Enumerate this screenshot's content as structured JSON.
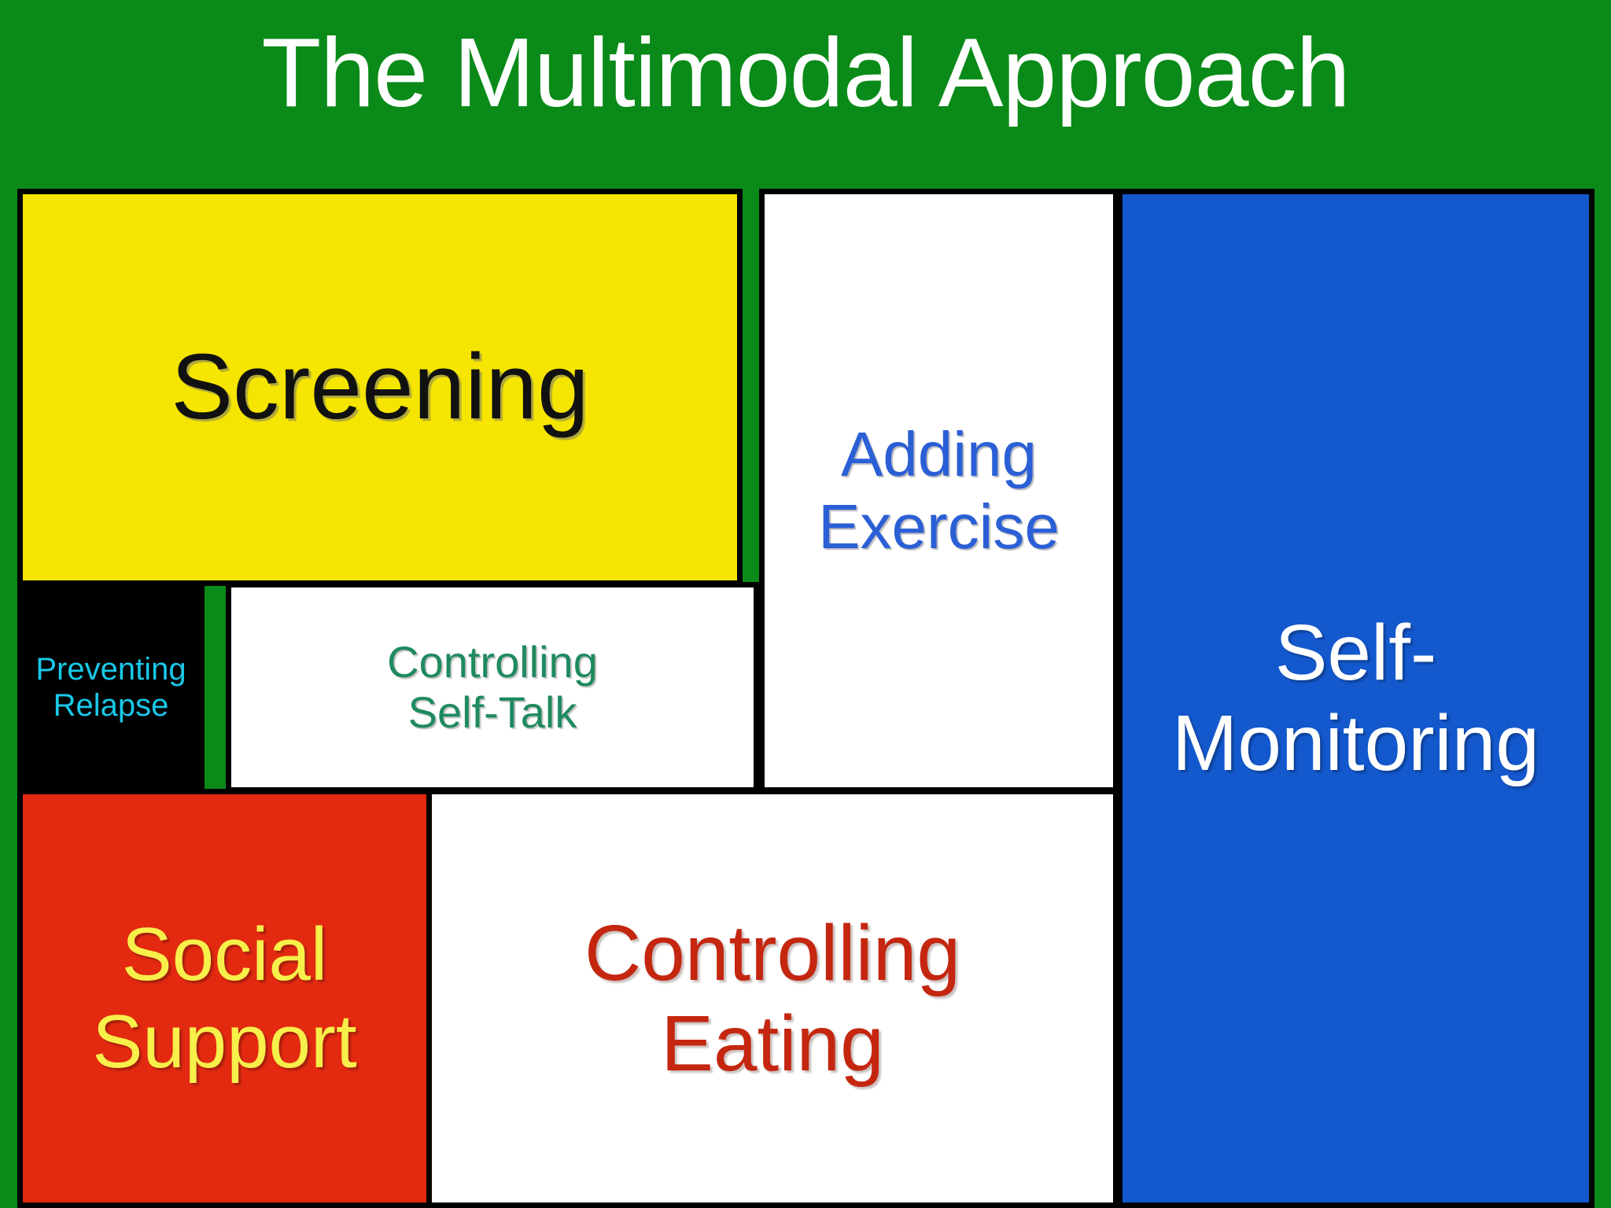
{
  "slide": {
    "title": "The Multimodal Approach",
    "background_color": "#0a8a18",
    "title_color": "#ffffff"
  },
  "blocks": {
    "screening": {
      "label": "Screening",
      "background": "#f5e500",
      "text_color": "#111111"
    },
    "adding_exercise": {
      "label": "Adding\nExercise",
      "background": "#ffffff",
      "text_color": "#2a5fd6"
    },
    "self_monitoring": {
      "label": "Self-\nMonitoring",
      "background": "#1358cd",
      "text_color": "#ffffff"
    },
    "preventing_relapse": {
      "label": "Preventing\nRelapse",
      "background": "#000000",
      "text_color": "#19c8e8"
    },
    "controlling_self_talk": {
      "label": "Controlling\nSelf-Talk",
      "background": "#ffffff",
      "text_color": "#1f8a5f"
    },
    "social_support": {
      "label": "Social\nSupport",
      "background": "#e32a10",
      "text_color": "#f7ef4a"
    },
    "controlling_eating": {
      "label": "Controlling\nEating",
      "background": "#ffffff",
      "text_color": "#c4260f"
    }
  }
}
